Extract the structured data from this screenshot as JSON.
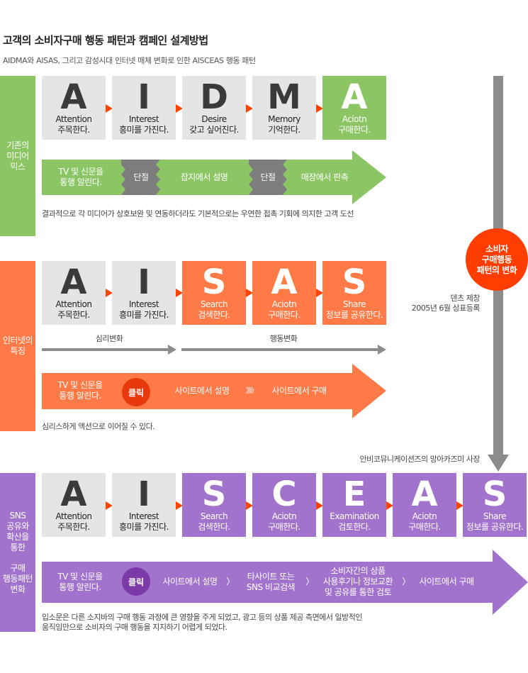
{
  "header": {
    "title": "고객의 소비자구매 행동 패턴과 캠페인 설계방법",
    "subtitle": "AIDMA와 AISAS, 그리고  감성시대 인터넷 매체 변화로 인한  AISCEAS 행동 패턴"
  },
  "colors": {
    "green": "#8cc664",
    "orange": "#ff7a46",
    "purple": "#a173cd",
    "gray_card": "#e5e5e5",
    "arrow_gray": "#8c8c8c",
    "accent_red": "#ff4400"
  },
  "section1": {
    "sidebar": "기존의\n미디어\n믹스",
    "cards": [
      {
        "letter": "A",
        "label": "Attention\n주목한다."
      },
      {
        "letter": "I",
        "label": "Interest\n흥미를 가진다."
      },
      {
        "letter": "D",
        "label": "Desire\n갖고 싶어진다."
      },
      {
        "letter": "M",
        "label": "Memory\n기억한다."
      },
      {
        "letter": "A",
        "label": "Aciotn\n구매한다."
      }
    ],
    "flow": {
      "step1": "TV 및 신문을\n통행 알린다.",
      "badge1": "단절",
      "step2": "잡지에서 설명",
      "badge2": "단절",
      "step3": "매장에서 판촉"
    },
    "note": "결과적으로 각 미디어가 상호보완 및 연동하더라도 기본적으로는 우연한 접촉 기회에 의지한 고객 도선"
  },
  "section2": {
    "sidebar": "인터넷의\n특징",
    "cards": [
      {
        "letter": "A",
        "label": "Attention\n주목한다."
      },
      {
        "letter": "I",
        "label": "Interest\n흥미를 가진다."
      },
      {
        "letter": "S",
        "label": "Search\n검색한다."
      },
      {
        "letter": "A",
        "label": "Aciotn\n구매한다."
      },
      {
        "letter": "S",
        "label": "Share\n정보를 공유한다."
      }
    ],
    "psych_label": "심리변화",
    "behavior_label": "행동변화",
    "flow": {
      "step1": "TV 및 신문을\n통행 알린다.",
      "click": "클릭",
      "step2": "사이트에서 설명",
      "chev": "〉〉〉〉〉",
      "step3": "사이트에서 구매"
    },
    "note": "심리스하게 액션으로 이어질 수 있다."
  },
  "side": {
    "circle": "소비자\n구매행동\n패턴의 변화",
    "dentsu": "덴츠 제창\n2005년 6월 상표등록",
    "anvi": "안비코뮤니케이션즈의 망아카즈미 사장"
  },
  "section3": {
    "sidebar_top": "SNS\n공유와\n확산을\n통한",
    "sidebar_bottom": "구매\n행동패턴\n변화",
    "cards": [
      {
        "letter": "A",
        "label": "Attention\n주목한다."
      },
      {
        "letter": "I",
        "label": "Interest\n흥미를 가진다."
      },
      {
        "letter": "S",
        "label": "Search\n검색한다."
      },
      {
        "letter": "C",
        "label": "Aciotn\n구매한다."
      },
      {
        "letter": "E",
        "label": "Examination\n검토한다."
      },
      {
        "letter": "A",
        "label": "Aciotn\n구매한다."
      },
      {
        "letter": "S",
        "label": "Share\n정보를 공유한다."
      }
    ],
    "flow": {
      "step1": "TV 및 신문을\n통행 알린다.",
      "click": "클릭",
      "step2": "사이트에서 설명",
      "sep": "〉",
      "step3": "타사이트 또는\nSNS 비교검색",
      "step4": "소비자간의 상품\n사용후기나 정보교환\n및 공유를 통한 검토",
      "step5": "사이트에서 구매"
    },
    "note": "입소문은 다른 소지바의 구매 행동 과정에 큰 영향을 주게 되었고, 광고 등의 상품 제공 측면에서 일방적인\n움직임만으로 소비자의 구매 행동을 지지하기 어렵게 되었다."
  }
}
